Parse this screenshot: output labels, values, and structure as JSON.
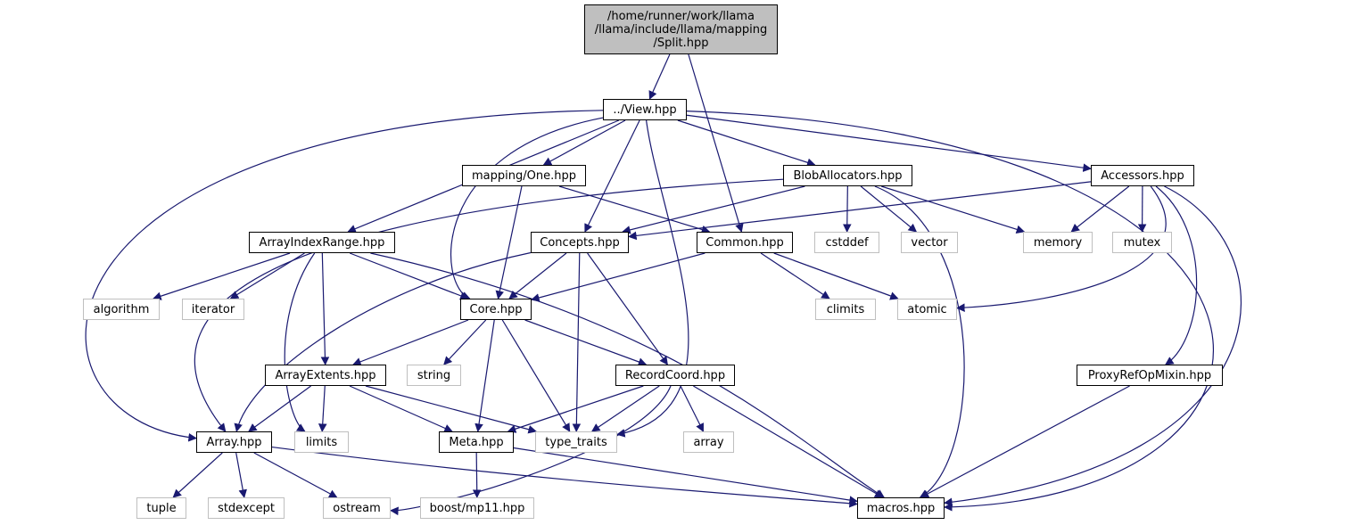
{
  "diagram": {
    "edge_color": "#191970",
    "root": {
      "id": "split",
      "lines": [
        "/home/runner/work/llama",
        "/llama/include/llama/mapping",
        "/Split.hpp"
      ],
      "fill": "#bfbfbf"
    },
    "nodes": [
      {
        "id": "view",
        "label": "../View.hpp",
        "kind": "local"
      },
      {
        "id": "mapping_one",
        "label": "mapping/One.hpp",
        "kind": "local"
      },
      {
        "id": "blob_allocators",
        "label": "BlobAllocators.hpp",
        "kind": "local"
      },
      {
        "id": "accessors",
        "label": "Accessors.hpp",
        "kind": "local"
      },
      {
        "id": "array_index_range",
        "label": "ArrayIndexRange.hpp",
        "kind": "local"
      },
      {
        "id": "concepts",
        "label": "Concepts.hpp",
        "kind": "local"
      },
      {
        "id": "common",
        "label": "Common.hpp",
        "kind": "local"
      },
      {
        "id": "cstddef",
        "label": "cstddef",
        "kind": "system"
      },
      {
        "id": "vector",
        "label": "vector",
        "kind": "system"
      },
      {
        "id": "memory",
        "label": "memory",
        "kind": "system"
      },
      {
        "id": "mutex",
        "label": "mutex",
        "kind": "system"
      },
      {
        "id": "algorithm",
        "label": "algorithm",
        "kind": "system"
      },
      {
        "id": "iterator",
        "label": "iterator",
        "kind": "system"
      },
      {
        "id": "core",
        "label": "Core.hpp",
        "kind": "local"
      },
      {
        "id": "climits",
        "label": "climits",
        "kind": "system"
      },
      {
        "id": "atomic",
        "label": "atomic",
        "kind": "system"
      },
      {
        "id": "array_extents",
        "label": "ArrayExtents.hpp",
        "kind": "local"
      },
      {
        "id": "string",
        "label": "string",
        "kind": "system"
      },
      {
        "id": "record_coord",
        "label": "RecordCoord.hpp",
        "kind": "local"
      },
      {
        "id": "proxy_ref_op_mixin",
        "label": "ProxyRefOpMixin.hpp",
        "kind": "local"
      },
      {
        "id": "array",
        "label": "Array.hpp",
        "kind": "local"
      },
      {
        "id": "limits",
        "label": "limits",
        "kind": "system"
      },
      {
        "id": "meta",
        "label": "Meta.hpp",
        "kind": "local"
      },
      {
        "id": "type_traits",
        "label": "type_traits",
        "kind": "system"
      },
      {
        "id": "std_array",
        "label": "array",
        "kind": "system"
      },
      {
        "id": "tuple",
        "label": "tuple",
        "kind": "system"
      },
      {
        "id": "stdexcept",
        "label": "stdexcept",
        "kind": "system"
      },
      {
        "id": "ostream",
        "label": "ostream",
        "kind": "system"
      },
      {
        "id": "boost_mp11",
        "label": "boost/mp11.hpp",
        "kind": "system"
      },
      {
        "id": "macros",
        "label": "macros.hpp",
        "kind": "local"
      }
    ],
    "edges": [
      {
        "from": "split",
        "to": "view"
      },
      {
        "from": "split",
        "to": "common"
      },
      {
        "from": "view",
        "to": "array"
      },
      {
        "from": "view",
        "to": "array_index_range"
      },
      {
        "from": "view",
        "to": "core"
      },
      {
        "from": "view",
        "to": "mapping_one"
      },
      {
        "from": "view",
        "to": "concepts"
      },
      {
        "from": "view",
        "to": "type_traits"
      },
      {
        "from": "view",
        "to": "blob_allocators"
      },
      {
        "from": "view",
        "to": "accessors"
      },
      {
        "from": "view",
        "to": "macros"
      },
      {
        "from": "mapping_one",
        "to": "common"
      },
      {
        "from": "mapping_one",
        "to": "core"
      },
      {
        "from": "blob_allocators",
        "to": "array"
      },
      {
        "from": "blob_allocators",
        "to": "concepts"
      },
      {
        "from": "blob_allocators",
        "to": "cstddef"
      },
      {
        "from": "blob_allocators",
        "to": "vector"
      },
      {
        "from": "blob_allocators",
        "to": "memory"
      },
      {
        "from": "blob_allocators",
        "to": "macros"
      },
      {
        "from": "accessors",
        "to": "concepts"
      },
      {
        "from": "accessors",
        "to": "memory"
      },
      {
        "from": "accessors",
        "to": "mutex"
      },
      {
        "from": "accessors",
        "to": "atomic"
      },
      {
        "from": "accessors",
        "to": "proxy_ref_op_mixin"
      },
      {
        "from": "accessors",
        "to": "macros"
      },
      {
        "from": "array_index_range",
        "to": "algorithm"
      },
      {
        "from": "array_index_range",
        "to": "iterator"
      },
      {
        "from": "array_index_range",
        "to": "limits"
      },
      {
        "from": "array_index_range",
        "to": "array_extents"
      },
      {
        "from": "array_index_range",
        "to": "core"
      },
      {
        "from": "array_index_range",
        "to": "macros"
      },
      {
        "from": "concepts",
        "to": "array"
      },
      {
        "from": "concepts",
        "to": "core"
      },
      {
        "from": "concepts",
        "to": "type_traits"
      },
      {
        "from": "concepts",
        "to": "record_coord"
      },
      {
        "from": "common",
        "to": "core"
      },
      {
        "from": "common",
        "to": "climits"
      },
      {
        "from": "common",
        "to": "atomic"
      },
      {
        "from": "core",
        "to": "array_extents"
      },
      {
        "from": "core",
        "to": "string"
      },
      {
        "from": "core",
        "to": "meta"
      },
      {
        "from": "core",
        "to": "type_traits"
      },
      {
        "from": "core",
        "to": "record_coord"
      },
      {
        "from": "array_extents",
        "to": "array"
      },
      {
        "from": "array_extents",
        "to": "limits"
      },
      {
        "from": "array_extents",
        "to": "meta"
      },
      {
        "from": "array_extents",
        "to": "type_traits"
      },
      {
        "from": "record_coord",
        "to": "meta"
      },
      {
        "from": "record_coord",
        "to": "type_traits"
      },
      {
        "from": "record_coord",
        "to": "std_array"
      },
      {
        "from": "record_coord",
        "to": "ostream"
      },
      {
        "from": "record_coord",
        "to": "macros"
      },
      {
        "from": "proxy_ref_op_mixin",
        "to": "macros"
      },
      {
        "from": "array",
        "to": "tuple"
      },
      {
        "from": "array",
        "to": "stdexcept"
      },
      {
        "from": "array",
        "to": "ostream"
      },
      {
        "from": "array",
        "to": "macros"
      },
      {
        "from": "meta",
        "to": "boost_mp11"
      },
      {
        "from": "meta",
        "to": "macros"
      }
    ]
  }
}
